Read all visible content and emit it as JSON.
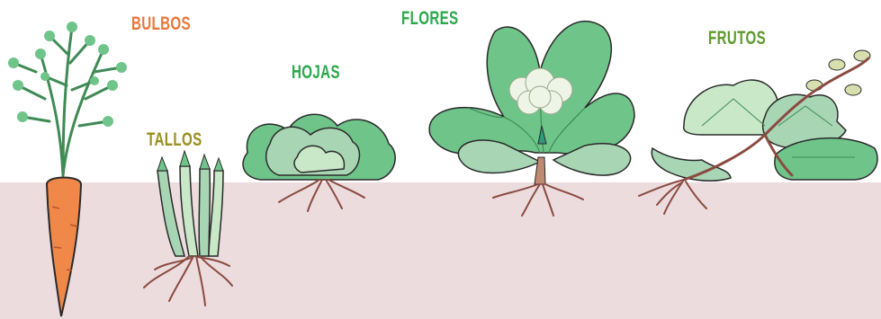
{
  "labels": {
    "bulbos": "BULBOS",
    "tallos": "TALLOS",
    "hojas": "HOJAS",
    "flores": "FLORES",
    "frutos": "FRUTOS"
  },
  "plants": {
    "bulbos": "carrot",
    "tallos": "asparagus",
    "hojas": "lettuce",
    "flores": "cauliflower",
    "frutos": "cucumber"
  },
  "colors": {
    "soil": "#ecdcde",
    "bulbos_label": "#e8773a",
    "tallos_label": "#9a8f1e",
    "hojas_label": "#2aa84a",
    "flores_label": "#2aa84a",
    "frutos_label": "#5e9a2e",
    "leaf_green": "#6fc48a",
    "leaf_light": "#c8e8c8",
    "root": "#8a4a40",
    "carrot": "#f0884a"
  }
}
